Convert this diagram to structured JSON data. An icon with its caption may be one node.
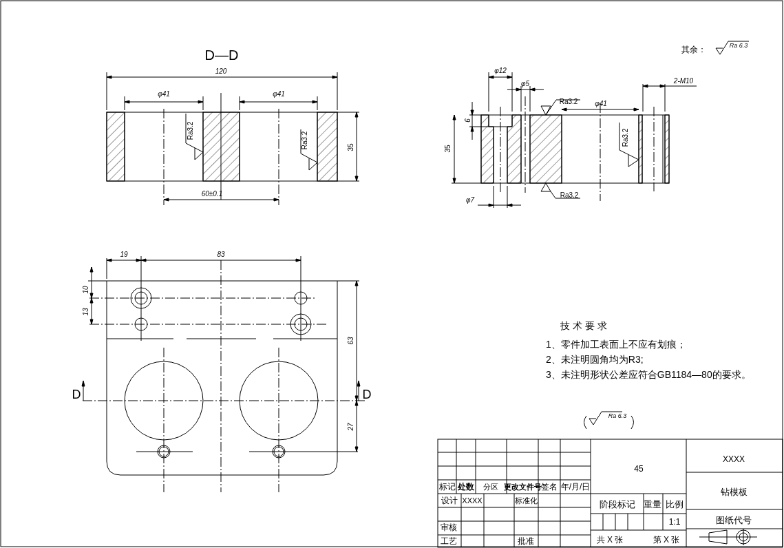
{
  "diagram": {
    "labels": [
      "D—D",
      "其余：",
      "Ra 6.3",
      "120",
      "φ41",
      "φ41",
      "φ12",
      "φ5",
      "2-M10",
      "Ra3.2",
      "φ41",
      "6",
      "35",
      "Ra3.2",
      "Ra3.2",
      "35",
      "Ra3.2",
      "60±0.1",
      "Ra3.2",
      "φ7",
      "19",
      "83",
      "10",
      "13",
      "63",
      "技 术 要 求",
      "1、零件加工表面上不应有划痕；",
      "2、未注明圆角均为R3;",
      "3、未注明形状公差应符合GB1184—80的要求。",
      "D",
      "D",
      "27",
      "Ra 6.3",
      "XXXX",
      "45",
      "标记",
      "处数",
      "分区",
      "更改文件号",
      "签名",
      "年/月/日",
      "钻模板",
      "设计",
      "XXXX",
      "标准化",
      "阶段标记",
      "重量",
      "比例",
      "图纸代号",
      "1:1",
      "审核",
      "工艺",
      "批准",
      "共 X 张",
      "第 X 张"
    ]
  }
}
